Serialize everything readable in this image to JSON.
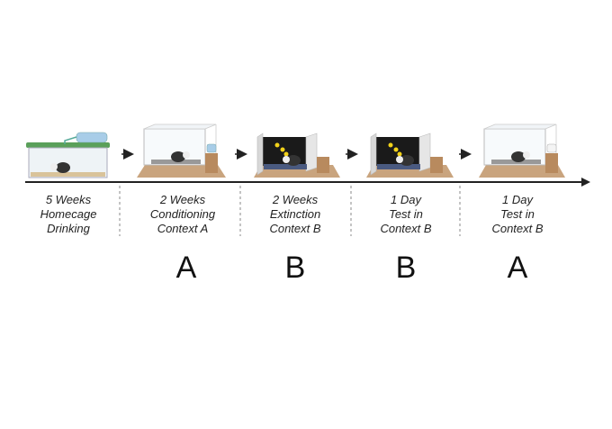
{
  "stages": [
    {
      "lines": [
        "5 Weeks",
        "Homecage",
        "Drinking"
      ],
      "context": "",
      "icon": "homecage-icon"
    },
    {
      "lines": [
        "2 Weeks",
        "Conditioning",
        "Context A"
      ],
      "context": "A",
      "icon": "clear-chamber-icon"
    },
    {
      "lines": [
        "2 Weeks",
        "Extinction",
        "Context B"
      ],
      "context": "B",
      "icon": "dark-chamber-icon"
    },
    {
      "lines": [
        "1 Day",
        "Test in",
        "Context B"
      ],
      "context": "B",
      "icon": "dark-chamber-icon"
    },
    {
      "lines": [
        "1 Day",
        "Test in",
        "Context B"
      ],
      "context": "A",
      "icon": "clear-chamber-icon"
    }
  ],
  "colors": {
    "timeline": "#222222",
    "wood": "#c9a47e",
    "cage_lid": "#5aa05a",
    "dark_panel": "#1a1a1a",
    "bottle": "#a8cde8"
  }
}
